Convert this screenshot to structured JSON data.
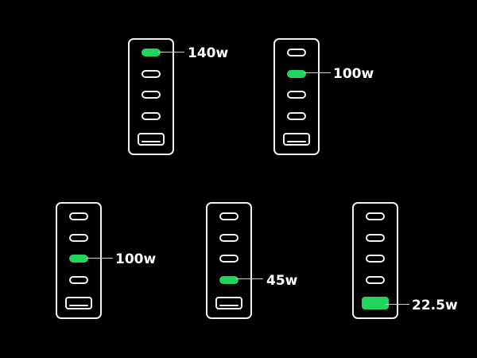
{
  "accent_color": "#22d35c",
  "outline_color": "#f2f2f2",
  "background_color": "#000000",
  "chargers": [
    {
      "active_port": "usb-c-1",
      "watt_label": "140w"
    },
    {
      "active_port": "usb-c-2",
      "watt_label": "100w"
    },
    {
      "active_port": "usb-c-3",
      "watt_label": "100w"
    },
    {
      "active_port": "usb-c-4",
      "watt_label": "45w"
    },
    {
      "active_port": "usb-a",
      "watt_label": "22.5w"
    }
  ]
}
